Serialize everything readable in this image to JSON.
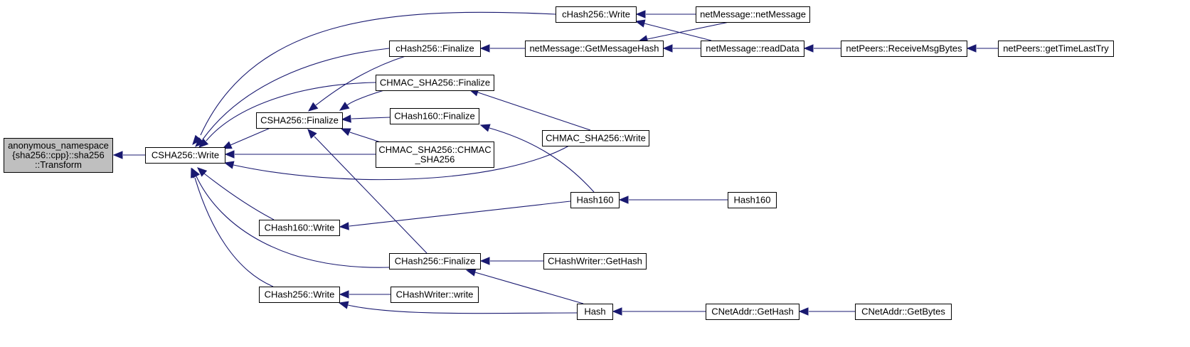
{
  "graph": {
    "nodes": [
      {
        "id": "transform",
        "label": [
          "anonymous_namespace",
          "{sha256::cpp}::sha256",
          "::Transform"
        ],
        "root": true
      },
      {
        "id": "csha256_write",
        "label": [
          "CSHA256::Write"
        ]
      },
      {
        "id": "csha256_finalize",
        "label": [
          "CSHA256::Finalize"
        ]
      },
      {
        "id": "chash160_write",
        "label": [
          "CHash160::Write"
        ]
      },
      {
        "id": "chash256_write_lower",
        "label": [
          "CHash256::Write"
        ]
      },
      {
        "id": "chash256_write_upper",
        "label": [
          "cHash256::Write"
        ]
      },
      {
        "id": "chash256_finalize_upper",
        "label": [
          "cHash256::Finalize"
        ]
      },
      {
        "id": "chmac_finalize",
        "label": [
          "CHMAC_SHA256::Finalize"
        ]
      },
      {
        "id": "chash160_finalize",
        "label": [
          "CHash160::Finalize"
        ]
      },
      {
        "id": "chmac_ctor",
        "label": [
          "CHMAC_SHA256::CHMAC",
          "_SHA256"
        ]
      },
      {
        "id": "chash256_finalize_lower",
        "label": [
          "CHash256::Finalize"
        ]
      },
      {
        "id": "chashwriter_write",
        "label": [
          "CHashWriter::write"
        ]
      },
      {
        "id": "netmessage_getmessagehash",
        "label": [
          "netMessage::GetMessageHash"
        ]
      },
      {
        "id": "chmac_write",
        "label": [
          "CHMAC_SHA256::Write"
        ]
      },
      {
        "id": "hash160_a",
        "label": [
          "Hash160"
        ]
      },
      {
        "id": "chashwriter_gethash",
        "label": [
          "CHashWriter::GetHash"
        ]
      },
      {
        "id": "hash",
        "label": [
          "Hash"
        ]
      },
      {
        "id": "netmessage_ctor",
        "label": [
          "netMessage::netMessage"
        ]
      },
      {
        "id": "netmessage_readdata",
        "label": [
          "netMessage::readData"
        ]
      },
      {
        "id": "hash160_b",
        "label": [
          "Hash160"
        ]
      },
      {
        "id": "cnetaddr_gethash",
        "label": [
          "CNetAddr::GetHash"
        ]
      },
      {
        "id": "netpeers_receive",
        "label": [
          "netPeers::ReceiveMsgBytes"
        ]
      },
      {
        "id": "cnetaddr_getbytes",
        "label": [
          "CNetAddr::GetBytes"
        ]
      },
      {
        "id": "netpeers_gettime",
        "label": [
          "netPeers::getTimeLastTry"
        ]
      }
    ],
    "edges": [
      {
        "from": "csha256_write",
        "to": "transform"
      },
      {
        "from": "csha256_finalize",
        "to": "csha256_write"
      },
      {
        "from": "chash160_write",
        "to": "csha256_write"
      },
      {
        "from": "chash256_write_lower",
        "to": "csha256_write"
      },
      {
        "from": "chash256_write_upper",
        "to": "csha256_write"
      },
      {
        "from": "chash256_finalize_upper",
        "to": "csha256_write"
      },
      {
        "from": "chmac_finalize",
        "to": "csha256_write"
      },
      {
        "from": "chmac_ctor",
        "to": "csha256_write"
      },
      {
        "from": "chmac_write",
        "to": "csha256_write"
      },
      {
        "from": "chash256_finalize_lower",
        "to": "csha256_write"
      },
      {
        "from": "chash256_finalize_upper",
        "to": "csha256_finalize"
      },
      {
        "from": "chmac_finalize",
        "to": "csha256_finalize"
      },
      {
        "from": "chash160_finalize",
        "to": "csha256_finalize"
      },
      {
        "from": "chmac_ctor",
        "to": "csha256_finalize"
      },
      {
        "from": "chash256_finalize_lower",
        "to": "csha256_finalize"
      },
      {
        "from": "hash160_a",
        "to": "chash160_write"
      },
      {
        "from": "chashwriter_write",
        "to": "chash256_write_lower"
      },
      {
        "from": "hash",
        "to": "chash256_write_lower"
      },
      {
        "from": "netmessage_ctor",
        "to": "chash256_write_upper"
      },
      {
        "from": "netmessage_readdata",
        "to": "chash256_write_upper"
      },
      {
        "from": "netmessage_getmessagehash",
        "to": "chash256_finalize_upper"
      },
      {
        "from": "chmac_write",
        "to": "chmac_finalize"
      },
      {
        "from": "hash160_a",
        "to": "chash160_finalize"
      },
      {
        "from": "chashwriter_gethash",
        "to": "chash256_finalize_lower"
      },
      {
        "from": "hash",
        "to": "chash256_finalize_lower"
      },
      {
        "from": "netmessage_ctor",
        "to": "netmessage_getmessagehash"
      },
      {
        "from": "netmessage_readdata",
        "to": "netmessage_getmessagehash"
      },
      {
        "from": "hash160_b",
        "to": "hash160_a"
      },
      {
        "from": "cnetaddr_gethash",
        "to": "hash"
      },
      {
        "from": "netpeers_receive",
        "to": "netmessage_readdata"
      },
      {
        "from": "cnetaddr_getbytes",
        "to": "cnetaddr_gethash"
      },
      {
        "from": "netpeers_gettime",
        "to": "netpeers_receive"
      }
    ]
  },
  "colors": {
    "edge": "#191970",
    "root_fill": "#bfbfbf",
    "node_fill": "#ffffff",
    "node_border": "#000000"
  }
}
